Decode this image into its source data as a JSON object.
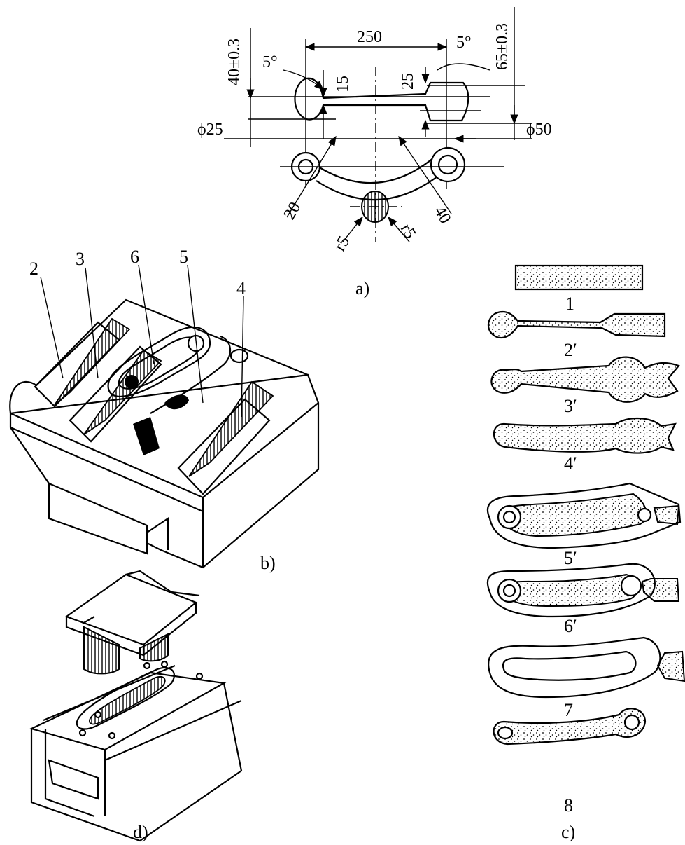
{
  "panel_a": {
    "caption": "a)",
    "dims": {
      "length": "250",
      "tol_left": "40±0.3",
      "tol_right": "65±0.3",
      "angle_left": "5°",
      "angle_right": "5°",
      "w15": "15",
      "w25": "25",
      "phi25": "ϕ25",
      "phi50": "ϕ50",
      "d20": "20",
      "d40": "40",
      "r5a": "r5",
      "r5b": "r5"
    }
  },
  "panel_b": {
    "caption": "b)",
    "labels": [
      "2",
      "3",
      "6",
      "5",
      "4"
    ]
  },
  "panel_c": {
    "caption": "c)",
    "labels": [
      "1",
      "2′",
      "3′",
      "4′",
      "5′",
      "6′",
      "7",
      "8"
    ]
  },
  "panel_d": {
    "caption": "d)"
  },
  "colors": {
    "ink": "#000000",
    "paper": "#ffffff"
  }
}
